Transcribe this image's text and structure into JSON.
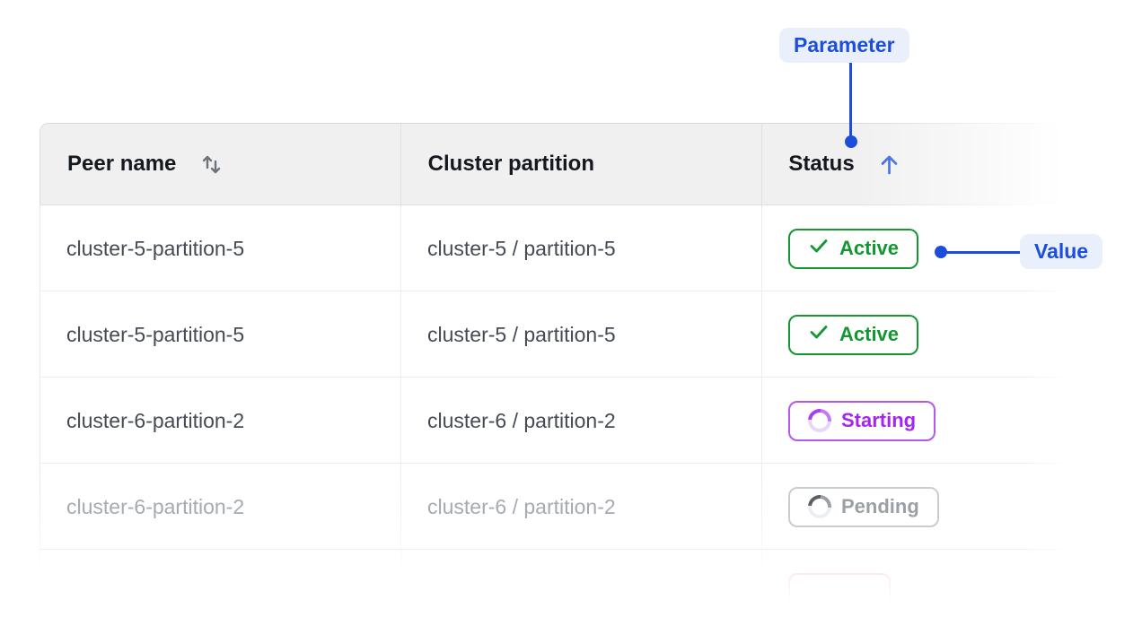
{
  "callouts": {
    "parameter_label": "Parameter",
    "value_label": "Value"
  },
  "table": {
    "columns": [
      {
        "label": "Peer name",
        "sort_icon": "sort-both",
        "sort_state": "sortable"
      },
      {
        "label": "Cluster partition",
        "sort_icon": null,
        "sort_state": "none"
      },
      {
        "label": "Status",
        "sort_icon": "sort-ascending",
        "sort_state": "ascending"
      }
    ],
    "rows": [
      {
        "peer_name": "cluster-5-partition-5",
        "cluster_partition": "cluster-5 / partition-5",
        "status": "Active",
        "status_kind": "active"
      },
      {
        "peer_name": "cluster-5-partition-5",
        "cluster_partition": "cluster-5 / partition-5",
        "status": "Active",
        "status_kind": "active"
      },
      {
        "peer_name": "cluster-6-partition-2",
        "cluster_partition": "cluster-6 / partition-2",
        "status": "Starting",
        "status_kind": "starting"
      },
      {
        "peer_name": "cluster-6-partition-2",
        "cluster_partition": "cluster-6 / partition-2",
        "status": "Pending",
        "status_kind": "pending"
      },
      {
        "peer_name": "",
        "cluster_partition": "",
        "status": "",
        "status_kind": "error-partial"
      }
    ]
  },
  "colors": {
    "accent_blue": "#1C4EDB",
    "callout_bg": "#E9EFFB",
    "active_green": "#149632",
    "starting_purple": "#A424F2",
    "pending_gray": "#9BA0A7",
    "error_red": "#F0B5B2",
    "header_bg": "#F0F0F1"
  }
}
